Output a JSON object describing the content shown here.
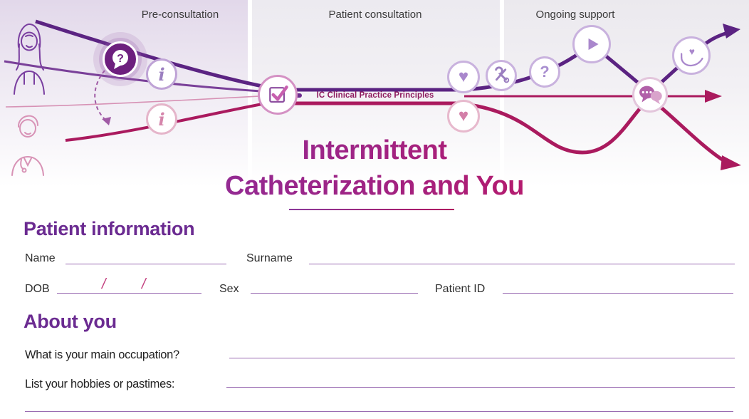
{
  "stages": {
    "pre": "Pre-consultation",
    "consult": "Patient consultation",
    "support": "Ongoing support"
  },
  "banner": {
    "label": "IC Clinical Practice Principles"
  },
  "title": {
    "line1": "Intermittent",
    "line2": "Catheterization and You"
  },
  "icons": [
    "patient-icon",
    "clinician-icon",
    "question-bubble-icon",
    "info-icon",
    "info-icon",
    "checklist-icon",
    "heart-icon",
    "no-tools-icon",
    "question-icon",
    "play-icon",
    "heart-icon",
    "chat-bubbles-icon",
    "hand-heart-icon"
  ],
  "patient_info": {
    "heading": "Patient information",
    "name_label": "Name",
    "surname_label": "Surname",
    "dob_label": "DOB",
    "dob_slash": "/",
    "sex_label": "Sex",
    "patient_id_label": "Patient ID"
  },
  "about_you": {
    "heading": "About you",
    "occupation_question": "What is your main occupation?",
    "hobbies_question": "List your hobbies or pastimes:"
  },
  "colors": {
    "purple_dark": "#5b2382",
    "magenta": "#aa1a5e",
    "heading_purple": "#6b2b91",
    "title_gradient_start": "#8a2f9e",
    "title_gradient_end": "#c3155f",
    "line_purple": "#9a6cb2"
  }
}
